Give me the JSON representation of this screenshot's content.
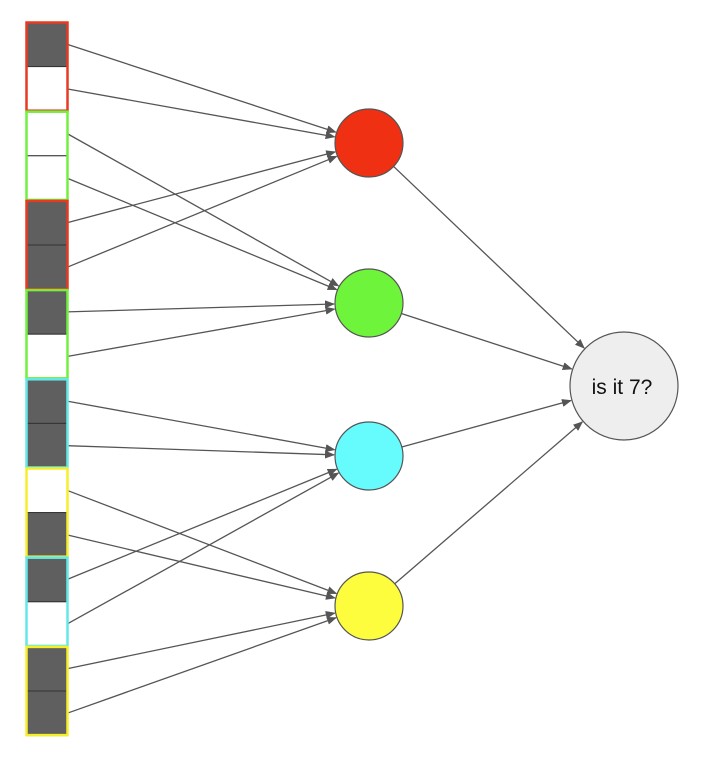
{
  "diagram": {
    "title": "",
    "colors": {
      "edge": "#555555",
      "node_stroke": "#555555",
      "dark_cell": "#5f5f5f",
      "light_cell": "#ffffff",
      "cell_divider": "#333333"
    },
    "inputs": [
      {
        "shade": "dark",
        "group_color": "#e83a22"
      },
      {
        "shade": "light",
        "group_color": "#e83a22"
      },
      {
        "shade": "light",
        "group_color": "#72f03e"
      },
      {
        "shade": "light",
        "group_color": "#72f03e"
      },
      {
        "shade": "dark",
        "group_color": "#e83a22"
      },
      {
        "shade": "dark",
        "group_color": "#e83a22"
      },
      {
        "shade": "dark",
        "group_color": "#72f03e"
      },
      {
        "shade": "light",
        "group_color": "#72f03e"
      },
      {
        "shade": "dark",
        "group_color": "#63e8ea"
      },
      {
        "shade": "dark",
        "group_color": "#63e8ea"
      },
      {
        "shade": "light",
        "group_color": "#f5ef2a"
      },
      {
        "shade": "dark",
        "group_color": "#f5ef2a"
      },
      {
        "shade": "dark",
        "group_color": "#63e8ea"
      },
      {
        "shade": "light",
        "group_color": "#63e8ea"
      },
      {
        "shade": "dark",
        "group_color": "#f5ef2a"
      },
      {
        "shade": "dark",
        "group_color": "#f5ef2a"
      }
    ],
    "input_groups": [
      {
        "color": "#e83a22",
        "cells": [
          0,
          1
        ]
      },
      {
        "color": "#72f03e",
        "cells": [
          2,
          3
        ]
      },
      {
        "color": "#e83a22",
        "cells": [
          4,
          5
        ]
      },
      {
        "color": "#72f03e",
        "cells": [
          6,
          7
        ]
      },
      {
        "color": "#63e8ea",
        "cells": [
          8,
          9
        ]
      },
      {
        "color": "#f5ef2a",
        "cells": [
          10,
          11
        ]
      },
      {
        "color": "#63e8ea",
        "cells": [
          12,
          13
        ]
      },
      {
        "color": "#f5ef2a",
        "cells": [
          14,
          15
        ]
      }
    ],
    "hidden_nodes": [
      {
        "id": "red",
        "color": "#ef3012"
      },
      {
        "id": "green",
        "color": "#6ff43c"
      },
      {
        "id": "cyan",
        "color": "#66fbfc"
      },
      {
        "id": "yellow",
        "color": "#fdfd3d"
      }
    ],
    "output_node": {
      "label": "is it 7?",
      "color": "#eeeeee"
    },
    "input_edges": [
      {
        "from": 0,
        "to": 0
      },
      {
        "from": 1,
        "to": 0
      },
      {
        "from": 2,
        "to": 1
      },
      {
        "from": 3,
        "to": 1
      },
      {
        "from": 4,
        "to": 0
      },
      {
        "from": 5,
        "to": 0
      },
      {
        "from": 6,
        "to": 1
      },
      {
        "from": 7,
        "to": 1
      },
      {
        "from": 8,
        "to": 2
      },
      {
        "from": 9,
        "to": 2
      },
      {
        "from": 10,
        "to": 3
      },
      {
        "from": 11,
        "to": 3
      },
      {
        "from": 12,
        "to": 2
      },
      {
        "from": 13,
        "to": 2
      },
      {
        "from": 14,
        "to": 3
      },
      {
        "from": 15,
        "to": 3
      }
    ]
  }
}
